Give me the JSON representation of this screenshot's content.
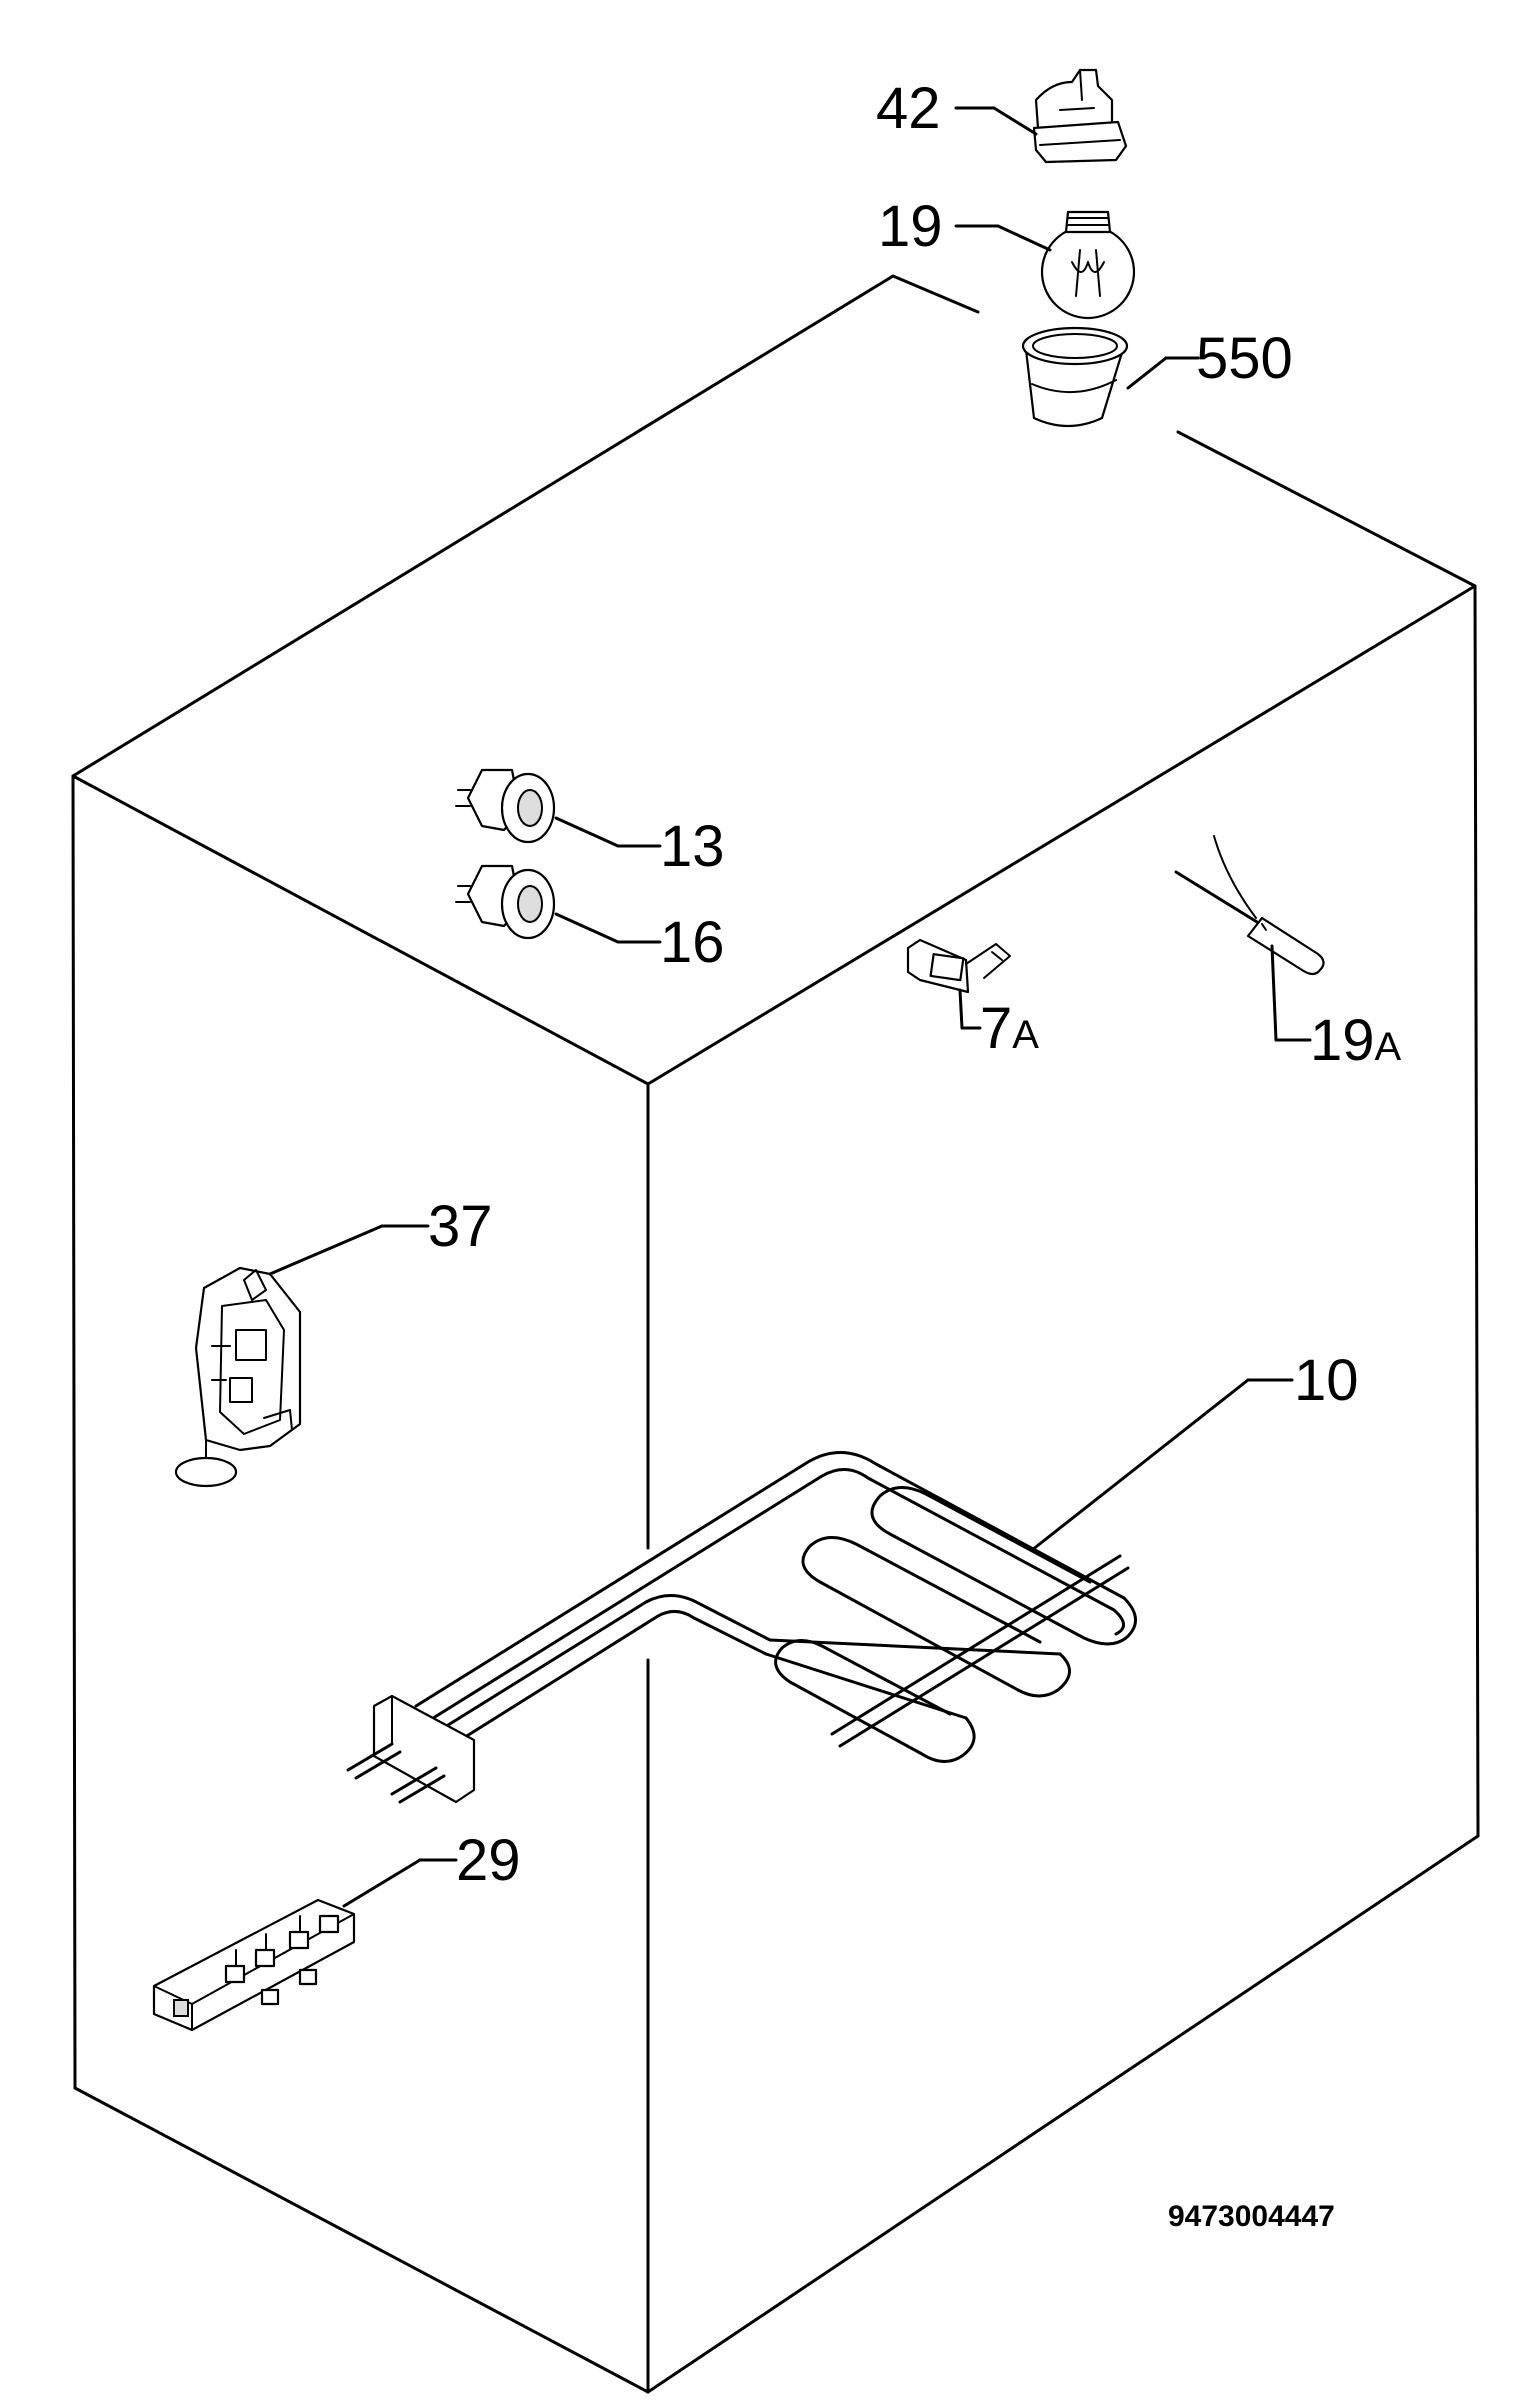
{
  "labels": [
    {
      "id": "p42",
      "num": "42",
      "suffix": ""
    },
    {
      "id": "p19",
      "num": "19",
      "suffix": ""
    },
    {
      "id": "p550",
      "num": "550",
      "suffix": ""
    },
    {
      "id": "p13",
      "num": "13",
      "suffix": ""
    },
    {
      "id": "p16",
      "num": "16",
      "suffix": ""
    },
    {
      "id": "p7a",
      "num": "7",
      "suffix": "A"
    },
    {
      "id": "p19a",
      "num": "19",
      "suffix": "A"
    },
    {
      "id": "p37",
      "num": "37",
      "suffix": ""
    },
    {
      "id": "p10",
      "num": "10",
      "suffix": ""
    },
    {
      "id": "p29",
      "num": "29",
      "suffix": ""
    }
  ],
  "doc_number": "9473004447"
}
